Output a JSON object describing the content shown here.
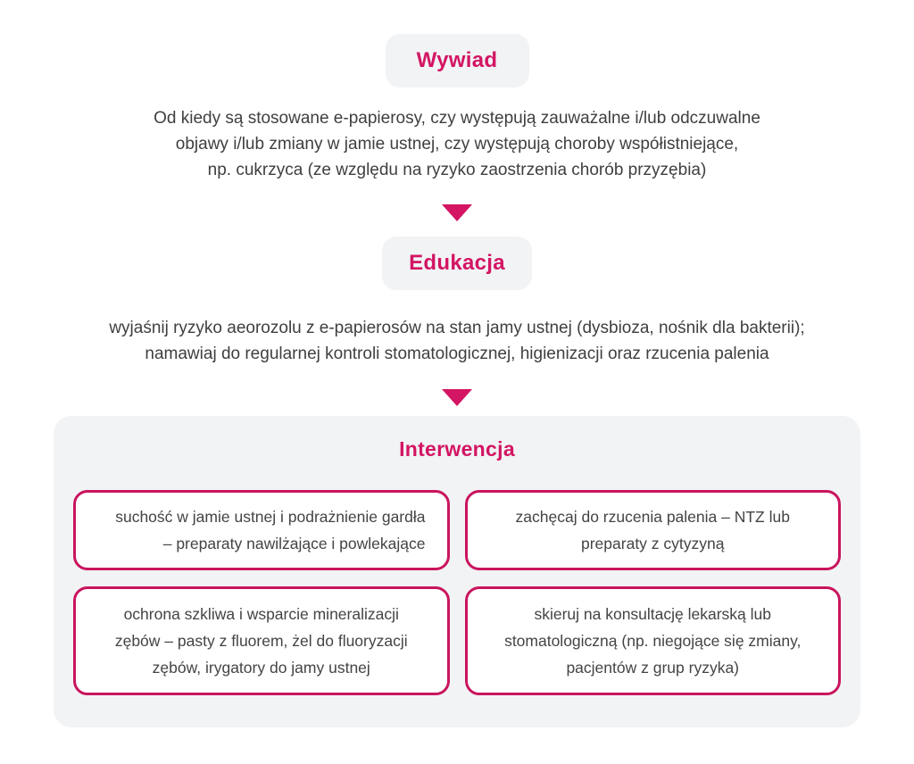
{
  "colors": {
    "accent_pink": "#d31563",
    "card_border_pink": "#c9155e",
    "panel_gray": "#f2f3f5",
    "body_text": "#3f3f3f"
  },
  "icons": {
    "flow_connector": "triangle-down-icon"
  },
  "flow": {
    "steps": [
      {
        "label": "Wywiad",
        "description": "Od kiedy są stosowane e-papierosy, czy występują zauważalne i/lub odczuwalne\nobjawy i/lub zmiany w jamie ustnej, czy występują choroby współistniejące,\nnp. cukrzyca (ze względu na ryzyko zaostrzenia chorób przyzębia)"
      },
      {
        "label": "Edukacja",
        "description": "wyjaśnij ryzyko aeorozolu z e-papierosów na stan jamy ustnej (dysbioza, nośnik dla bakterii);\nnamawiaj do regularnej kontroli stomatologicznej, higienizacji oraz rzucenia palenia"
      }
    ],
    "intervention": {
      "title": "Interwencja",
      "items": [
        {
          "text": "suchość w jamie ustnej i podrażnienie gardła\n– preparaty nawilżające i powlekające"
        },
        {
          "text": "zachęcaj do rzucenia palenia – NTZ lub\npreparaty z cytyzyną"
        },
        {
          "text": "ochrona szkliwa i wsparcie mineralizacji\nzębów – pasty z fluorem, żel do fluoryzacji\nzębów, irygatory do jamy ustnej"
        },
        {
          "text": "skieruj na konsultację lekarską lub\nstomatologiczną (np. niegojące się zmiany,\npacjentów z grup ryzyka)"
        }
      ]
    }
  }
}
